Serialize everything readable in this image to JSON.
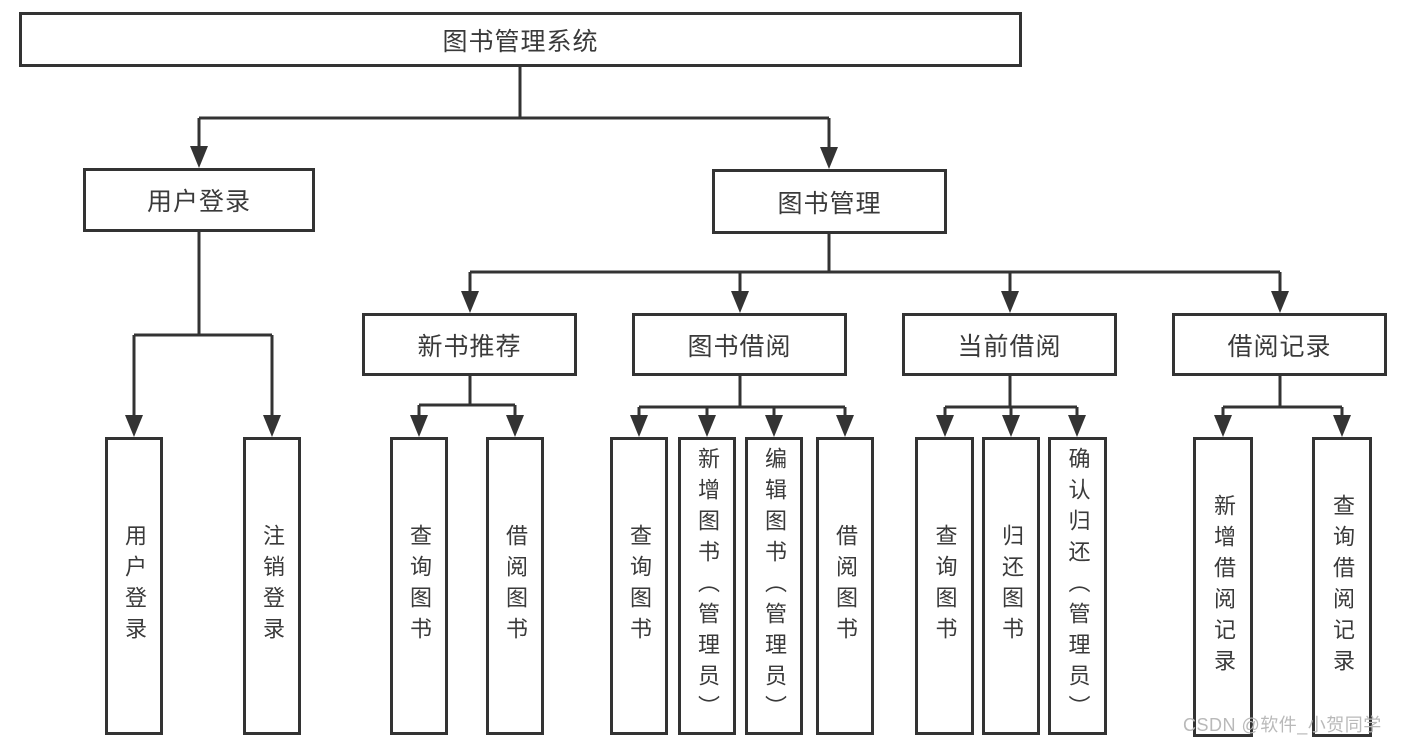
{
  "diagram": {
    "background": "#ffffff",
    "line_color": "#333333",
    "text_color": "#3a3a3a",
    "watermark_color": "#b9b9b9",
    "root": {
      "label": "图书管理系统"
    },
    "level1": [
      {
        "label": "用户登录"
      },
      {
        "label": "图书管理"
      }
    ],
    "level2": [
      {
        "label": "新书推荐"
      },
      {
        "label": "图书借阅"
      },
      {
        "label": "当前借阅"
      },
      {
        "label": "借阅记录"
      }
    ],
    "leaves": {
      "user": [
        {
          "label": "用户登录"
        },
        {
          "label": "注销登录"
        }
      ],
      "newbook": [
        {
          "label": "查询图书"
        },
        {
          "label": "借阅图书"
        }
      ],
      "borrow": [
        {
          "label": "查询图书"
        },
        {
          "label": "新增图书（管理员）"
        },
        {
          "label": "编辑图书（管理员）"
        },
        {
          "label": "借阅图书"
        }
      ],
      "current": [
        {
          "label": "查询图书"
        },
        {
          "label": "归还图书"
        },
        {
          "label": "确认归还（管理员）"
        }
      ],
      "records": [
        {
          "label": "新增借阅记录"
        },
        {
          "label": "查询借阅记录"
        }
      ]
    },
    "watermark": "CSDN @软件_小贺同学"
  }
}
